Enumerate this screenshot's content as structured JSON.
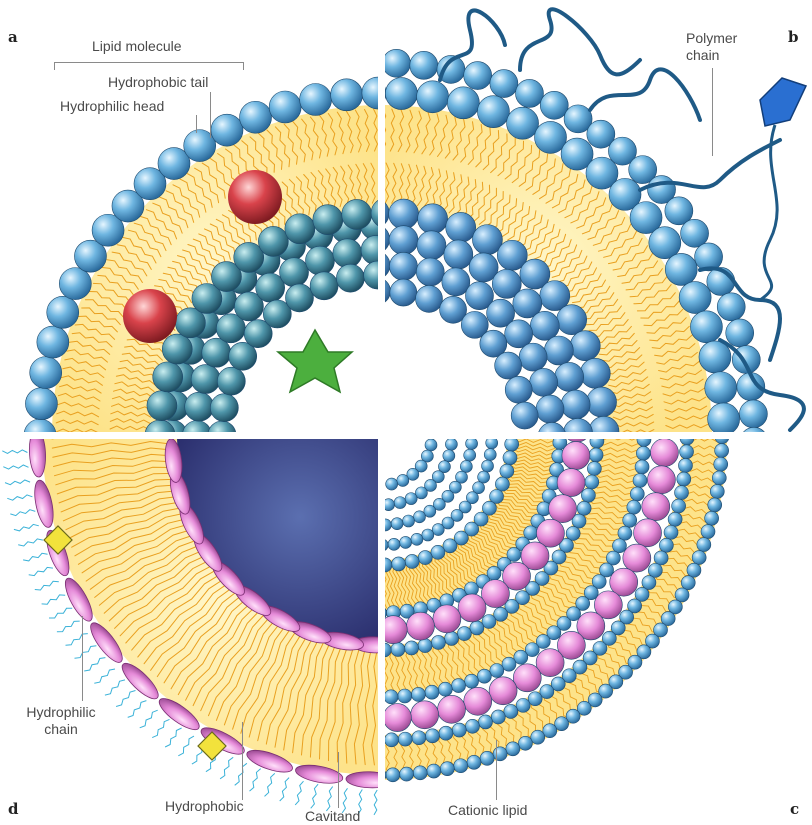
{
  "panels": {
    "a": "a",
    "b": "b",
    "c": "c",
    "d": "d"
  },
  "labels": {
    "lipid_molecule": "Lipid molecule",
    "hydrophobic_tail": "Hydrophobic tail",
    "hydrophilic_head": "Hydrophilic head",
    "polymer_chain": "Polymer chain",
    "hydrophilic_chain": "Hydrophilic chain",
    "hydrophobic_": "Hydrophobic",
    "cavitand": "Cavitand",
    "cationic_lipid": "Cationic lipid"
  },
  "colors": {
    "head_blue": "#5aa6d6",
    "core_teal": "#3f7e93",
    "tail_yellow": "#fde38a",
    "drug_red": "#d9434b",
    "drug_green": "#4caf3e",
    "cavitand_pink": "#e58ad8",
    "polymer_navy": "#1f5a86",
    "ligand_blue": "#2a6fd1",
    "hydrophilic_chain_cyan": "#3bb2d8"
  },
  "icons": {
    "drug_red": "sphere-icon",
    "drug_green": "star-icon",
    "ligand": "cube-icon",
    "cavitand_marker": "diamond-icon"
  }
}
